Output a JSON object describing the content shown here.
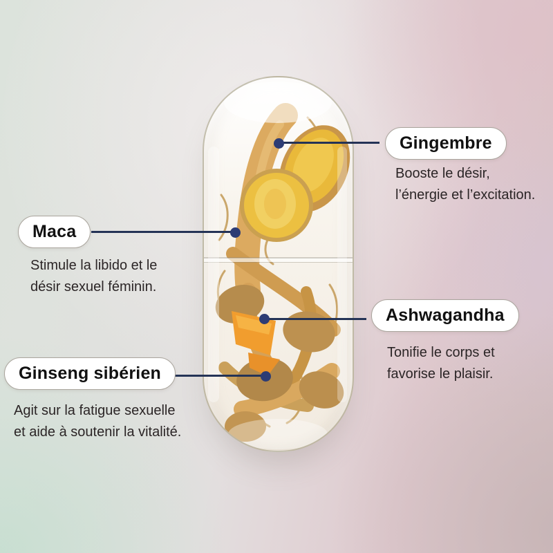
{
  "colors": {
    "connector-line": "#243356",
    "connector-dot": "#2d3c74",
    "pill-bg": "#ffffff",
    "pill-border": "#a9a49c",
    "title-text": "#111111",
    "desc-text": "#2b2526",
    "bg-left": "#dde4dd",
    "bg-top-right": "#dcc5ca",
    "bg-bottom-left": "#cfe0d5",
    "bg-bottom-right": "#cebcbc",
    "root-tan": "#d8a45c",
    "ginger-yellow": "#e9b93a",
    "wedge-orange": "#f19d2e",
    "lump-brown": "#b68c4d"
  },
  "callouts": [
    {
      "id": "gingembre",
      "title": "Gingembre",
      "description": [
        "Booste le désir,",
        "l’énergie et l’excitation."
      ]
    },
    {
      "id": "maca",
      "title": "Maca",
      "description": [
        "Stimule la libido et le",
        "désir sexuel féminin."
      ]
    },
    {
      "id": "ashwagandha",
      "title": "Ashwagandha",
      "description": [
        "Tonifie le corps et",
        "favorise le plaisir."
      ]
    },
    {
      "id": "ginseng-siberien",
      "title": "Ginseng sibérien",
      "description": [
        "Agit sur la fatigue sexuelle",
        "et aide à soutenir la vitalité."
      ]
    }
  ]
}
